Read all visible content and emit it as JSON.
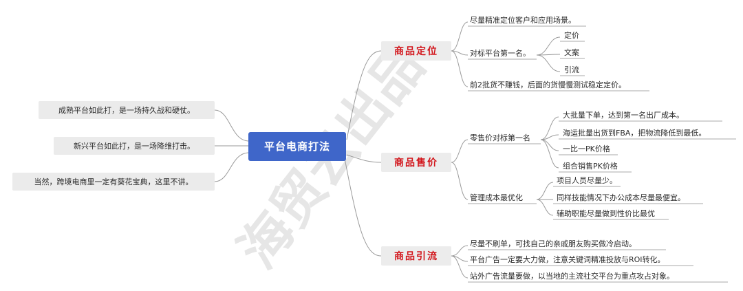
{
  "watermark": "海贸云出品",
  "root": {
    "label": "平台电商打法"
  },
  "left_items": [
    "成熟平台如此打，是一场持久战和硬仗。",
    "新兴平台如此打，是一场降维打击。",
    "当然，跨境电商里一定有葵花宝典，这里不讲。"
  ],
  "branches": [
    {
      "label": "商品定位",
      "items": [
        {
          "label": "尽量精准定位客户和应用场景。"
        },
        {
          "label": "对标平台第一名。",
          "children": [
            "定价",
            "文案",
            "引流"
          ]
        },
        {
          "label": "前2批货不赚钱，后面的货慢慢测试稳定定价。"
        }
      ]
    },
    {
      "label": "商品售价",
      "items": [
        {
          "label": "零售价对标第一名",
          "children": [
            "大批量下单，达到第一名出厂成本。",
            "海运批量出货到FBA，把物流降低到最低。",
            "一比一PK价格",
            "组合销售PK价格"
          ]
        },
        {
          "label": "管理成本最优化",
          "children": [
            "项目人员尽量少。",
            "同样技能情况下办公成本尽量最便宜。",
            "辅助职能尽量做到性价比最优"
          ]
        }
      ]
    },
    {
      "label": "商品引流",
      "items": [
        {
          "label": "尽量不刷单，可找自己的亲戚朋友购买做冷启动。"
        },
        {
          "label": "平台广告一定要大力做，注意关键词精准投放与ROI转化。"
        },
        {
          "label": "站外广告流量要做，以当地的主流社交平台为重点攻占对象。"
        }
      ]
    }
  ]
}
